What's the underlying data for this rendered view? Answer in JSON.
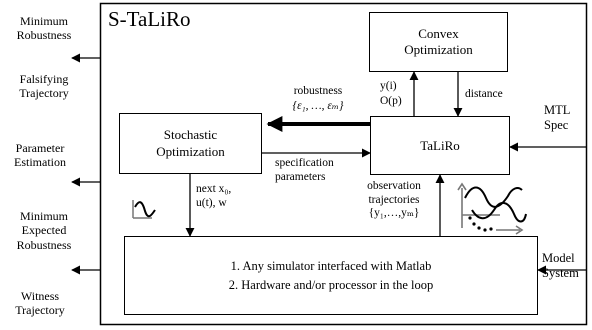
{
  "system": {
    "title": "S-TaLiRo"
  },
  "blocks": {
    "convex": {
      "label": "Convex\nOptimization"
    },
    "stochastic": {
      "label": "Stochastic\nOptimization"
    },
    "taliro": {
      "label": "TaLiRo"
    },
    "simulator": {
      "line1": "1. Any simulator interfaced with Matlab",
      "line2": "2. Hardware and/or processor in the loop"
    }
  },
  "labels": {
    "robustness": "robustness",
    "robustness_set": "{ε₁, …, εₘ}",
    "y_i": "y(i)",
    "o_p": "O(p)",
    "distance": "distance",
    "spec_params": "specification\nparameters",
    "next_inputs": "next x₀,\nu(t), w",
    "observation": "observation\ntrajectories",
    "observation_set": "{y₁,…,yₘ}"
  },
  "outputs": {
    "min_robustness": "Minimum\nRobustness",
    "falsifying": "Falsifying\nTrajectory",
    "param_estimation": "Parameter\nEstimation",
    "min_expected": "Minimum\nExpected\nRobustness",
    "witness": "Witness\nTrajectory"
  },
  "inputs": {
    "mtl_spec": "MTL\nSpec",
    "model_system": "Model\nSystem"
  },
  "icons": {
    "small_signal": "signal-wave-icon",
    "trajectories": "trajectories-plot-icon"
  }
}
